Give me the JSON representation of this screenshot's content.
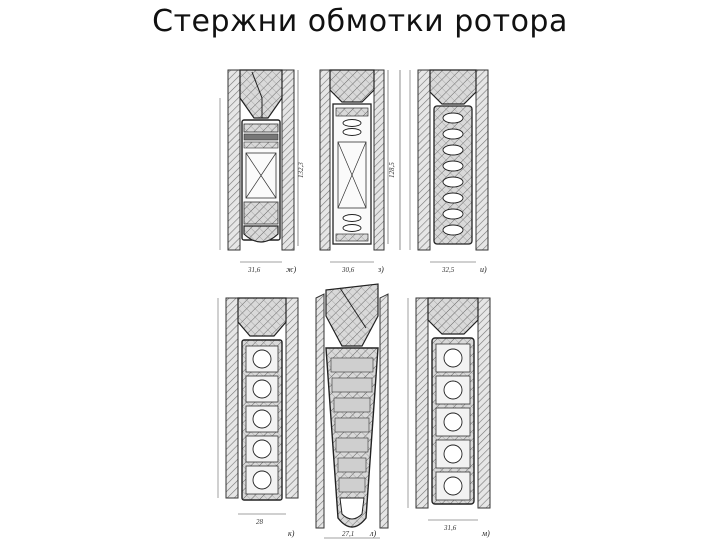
{
  "slide": {
    "title": "Стержни обмотки ротора"
  },
  "figure": {
    "diagrams": [
      {
        "label": "ж)",
        "dim_width": "31,6",
        "dim_height": "132,3"
      },
      {
        "label": "з)",
        "dim_width": "30,6",
        "dim_height": "128,5"
      },
      {
        "label": "и)",
        "dim_width": "32,5"
      },
      {
        "label": "к)",
        "dim_width": "28"
      },
      {
        "label": "л)",
        "dim_width": "27,1"
      },
      {
        "label": "м)",
        "dim_width": "31,6"
      }
    ]
  },
  "colors": {
    "background": "#ffffff",
    "ink": "#333333",
    "hatch": "#9a9a9a"
  }
}
